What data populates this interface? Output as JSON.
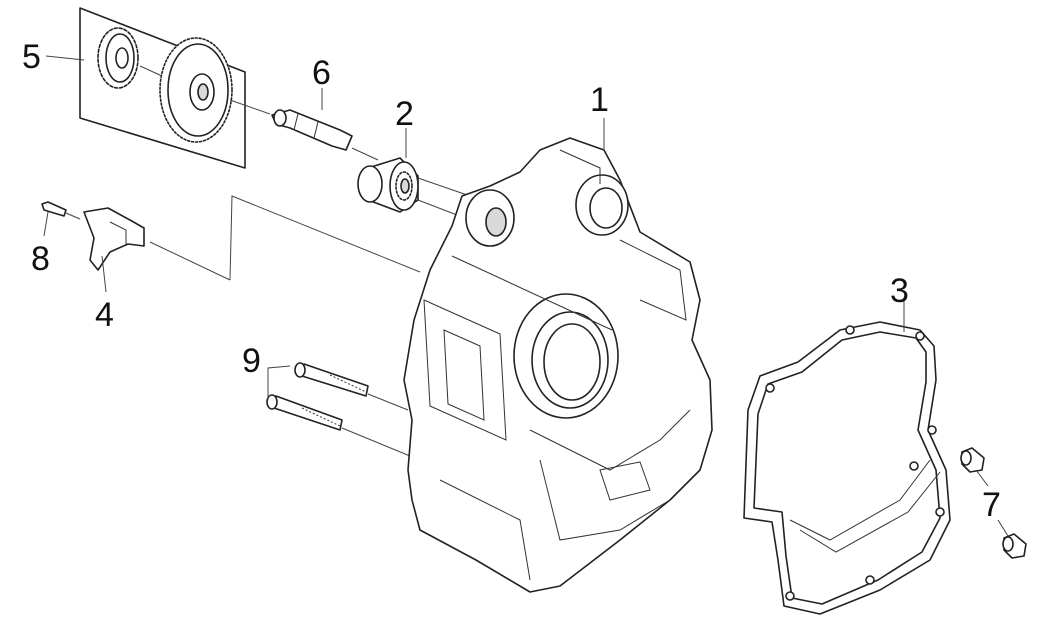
{
  "diagram": {
    "kind": "exploded-parts-diagram",
    "callouts": [
      {
        "id": "1",
        "label": "1"
      },
      {
        "id": "2",
        "label": "2"
      },
      {
        "id": "3",
        "label": "3"
      },
      {
        "id": "4",
        "label": "4"
      },
      {
        "id": "5",
        "label": "5"
      },
      {
        "id": "6",
        "label": "6"
      },
      {
        "id": "7",
        "label": "7"
      },
      {
        "id": "8",
        "label": "8"
      },
      {
        "id": "9",
        "label": "9"
      }
    ],
    "colors": {
      "line": "#222222",
      "background": "#ffffff",
      "shade": "#d9d9d9"
    }
  }
}
